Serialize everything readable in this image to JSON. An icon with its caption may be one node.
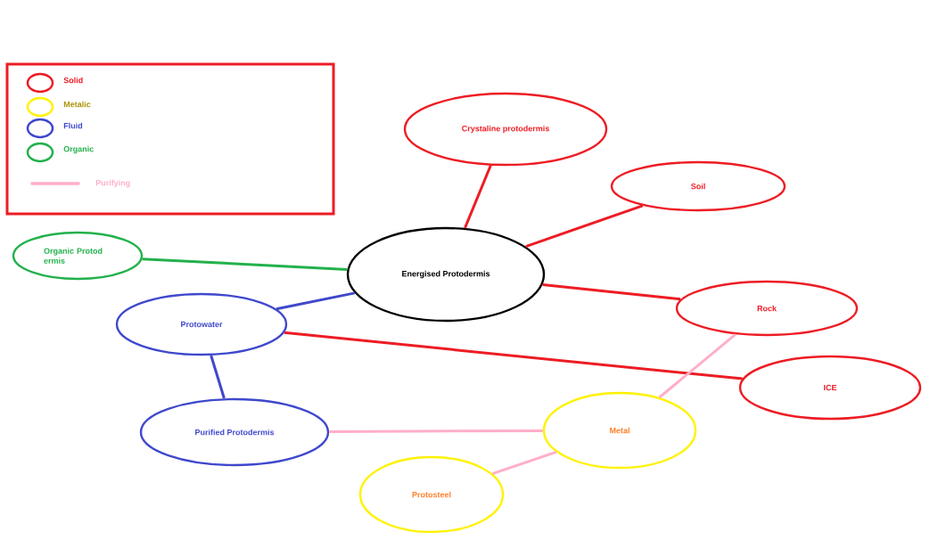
{
  "diagram": {
    "nodes": [
      {
        "text": [
          "Crystaline protodermis"
        ]
      },
      {
        "text": [
          "Soil"
        ]
      },
      {
        "text": [
          "Organic Protod ermis"
        ]
      },
      {
        "text": [
          "Energised Protodermis"
        ]
      },
      {
        "text": [
          "Protowater"
        ]
      },
      {
        "text": [
          "Rock"
        ]
      },
      {
        "text": [
          "ICE"
        ]
      },
      {
        "text": [
          "Purified Protodermis"
        ]
      },
      {
        "text": [
          "Metal"
        ]
      },
      {
        "text": [
          "Protosteel"
        ]
      }
    ],
    "edges": [
      {
        "from": 0,
        "to": 3,
        "arrow": "none"
      },
      {
        "from": 3,
        "to": 1,
        "arrow": "none"
      },
      {
        "from": 3,
        "to": 5,
        "arrow": "none"
      },
      {
        "from": 2,
        "to": 3,
        "arrow": "none",
        "color": "#22b14c"
      },
      {
        "from": 4,
        "to": 3,
        "arrow": "none",
        "color": "#3f48cc"
      },
      {
        "from": 4,
        "to": 6,
        "arrow": "none"
      },
      {
        "from": 4,
        "to": 7,
        "arrow": "none",
        "color": "#3f48cc"
      },
      {
        "from": 7,
        "to": 8,
        "arrow": "none",
        "color": "#ffaec9"
      },
      {
        "from": 5,
        "to": 8,
        "arrow": "none",
        "color": "#ffaec9"
      },
      {
        "from": 8,
        "to": 9,
        "arrow": "none",
        "color": "#ffaec9"
      }
    ],
    "legend": [
      {
        "text": "Solid",
        "color": "#ed1c24"
      },
      {
        "text": "Metalic",
        "color": "#fff200"
      },
      {
        "text": "Fluid",
        "color": "#3f48cc"
      },
      {
        "text": "Organic",
        "color": "#22b14c"
      },
      {
        "text": "Purifying"
      }
    ]
  }
}
